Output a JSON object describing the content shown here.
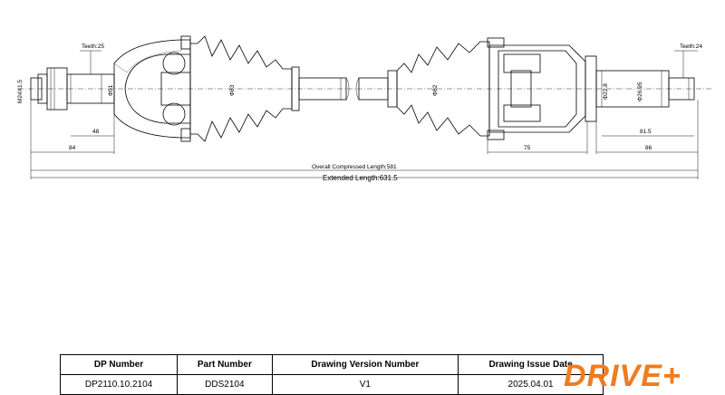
{
  "drawing": {
    "left_thread": "M24X1.5",
    "left_teeth": "Teeth:25",
    "right_teeth": "Teeth:24",
    "dia_51": "Φ51",
    "dia_83": "Φ83",
    "dia_82": "Φ82",
    "dia_22_8": "Φ22.8",
    "dia_26_95": "Φ26.95",
    "dim_48": "48",
    "dim_84": "84",
    "dim_75": "75",
    "dim_81_5": "81.5",
    "dim_86": "86",
    "overall_compressed": "Overall Compressed Length:581",
    "extended": "Extended Length:631.5"
  },
  "title_block": {
    "headers": [
      "DP Number",
      "Part Number",
      "Drawing Version Number",
      "Drawing Issue Date"
    ],
    "values": [
      "DP2110.10.2104",
      "DDS2104",
      "V1",
      "2025.04.01"
    ]
  },
  "brand": {
    "logo_text": "DRIVE+",
    "color": "#f07c1f"
  }
}
